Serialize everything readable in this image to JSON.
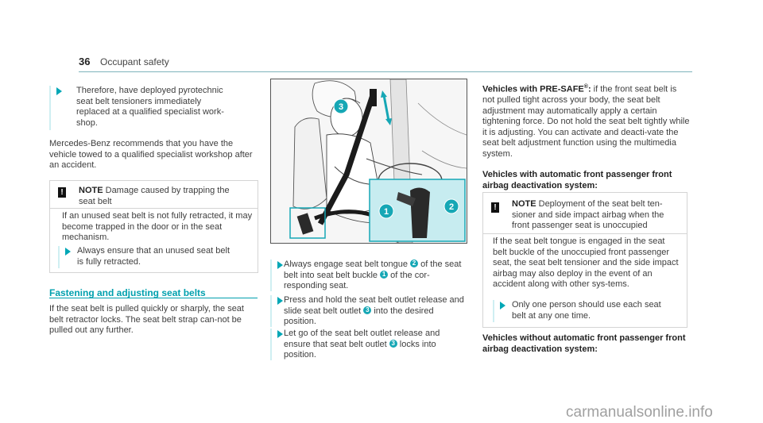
{
  "header": {
    "page_number": "36",
    "section": "Occupant safety"
  },
  "left": {
    "step1": "Therefore, have deployed pyrotechnic seat belt tensioners immediately replaced at a qualified specialist work-shop.",
    "para1": "Mercedes-Benz recommends that you have the vehicle towed to a qualified specialist workshop after an accident.",
    "note_label": "NOTE",
    "note_text": "Damage caused by trapping the seat belt",
    "note_body": "If an unused seat belt is not fully retracted, it may become trapped in the door or in the seat mechanism.",
    "note_step": "Always ensure that an unused seat belt is fully retracted.",
    "section_title": "Fastening and adjusting seat belts",
    "section_body": "If the seat belt is pulled quickly or sharply, the seat belt retractor locks. The seat belt strap can-not be pulled out any further."
  },
  "middle": {
    "figure_labels": [
      "1",
      "2",
      "3"
    ],
    "s1": {
      "a": "Always engage seat belt tongue",
      "n1": "2",
      "b": "of the seat belt into seat belt buckle",
      "n2": "1",
      "c": "of the cor-responding seat."
    },
    "s2": {
      "a": "Press and hold the seat belt outlet release and slide seat belt outlet",
      "n1": "3",
      "b": "into the desired position."
    },
    "s3": {
      "a": "Let go of the seat belt outlet release and ensure that seat belt outlet",
      "n1": "3",
      "b": "locks into position."
    }
  },
  "right": {
    "presafe_label": "Vehicles with PRE-SAFE",
    "presafe_sup": "®",
    "presafe_colon": ":",
    "presafe_text": "if the front seat belt is not pulled tight across your body, the seat belt adjustment may automatically apply a certain tightening force. Do not hold the seat belt tightly while it is adjusting. You can activate and deacti-vate the seat belt adjustment function using the multimedia system.",
    "heading_auto": "Vehicles with automatic front passenger front airbag deactivation system:",
    "note_label": "NOTE",
    "note_text": "Deployment of the seat belt ten-sioner and side impact airbag when the front passenger seat is unoccupied",
    "note_body": "If the seat belt tongue is engaged in the seat belt buckle of the unoccupied front passenger seat, the seat belt tensioner and the side impact airbag may also deploy in the event of an accident along with other sys-tems.",
    "note_step": "Only one person should use each seat belt at any one time.",
    "heading_without": "Vehicles without automatic front passenger front airbag deactivation system:"
  },
  "watermark": "carmanualsonline.info"
}
